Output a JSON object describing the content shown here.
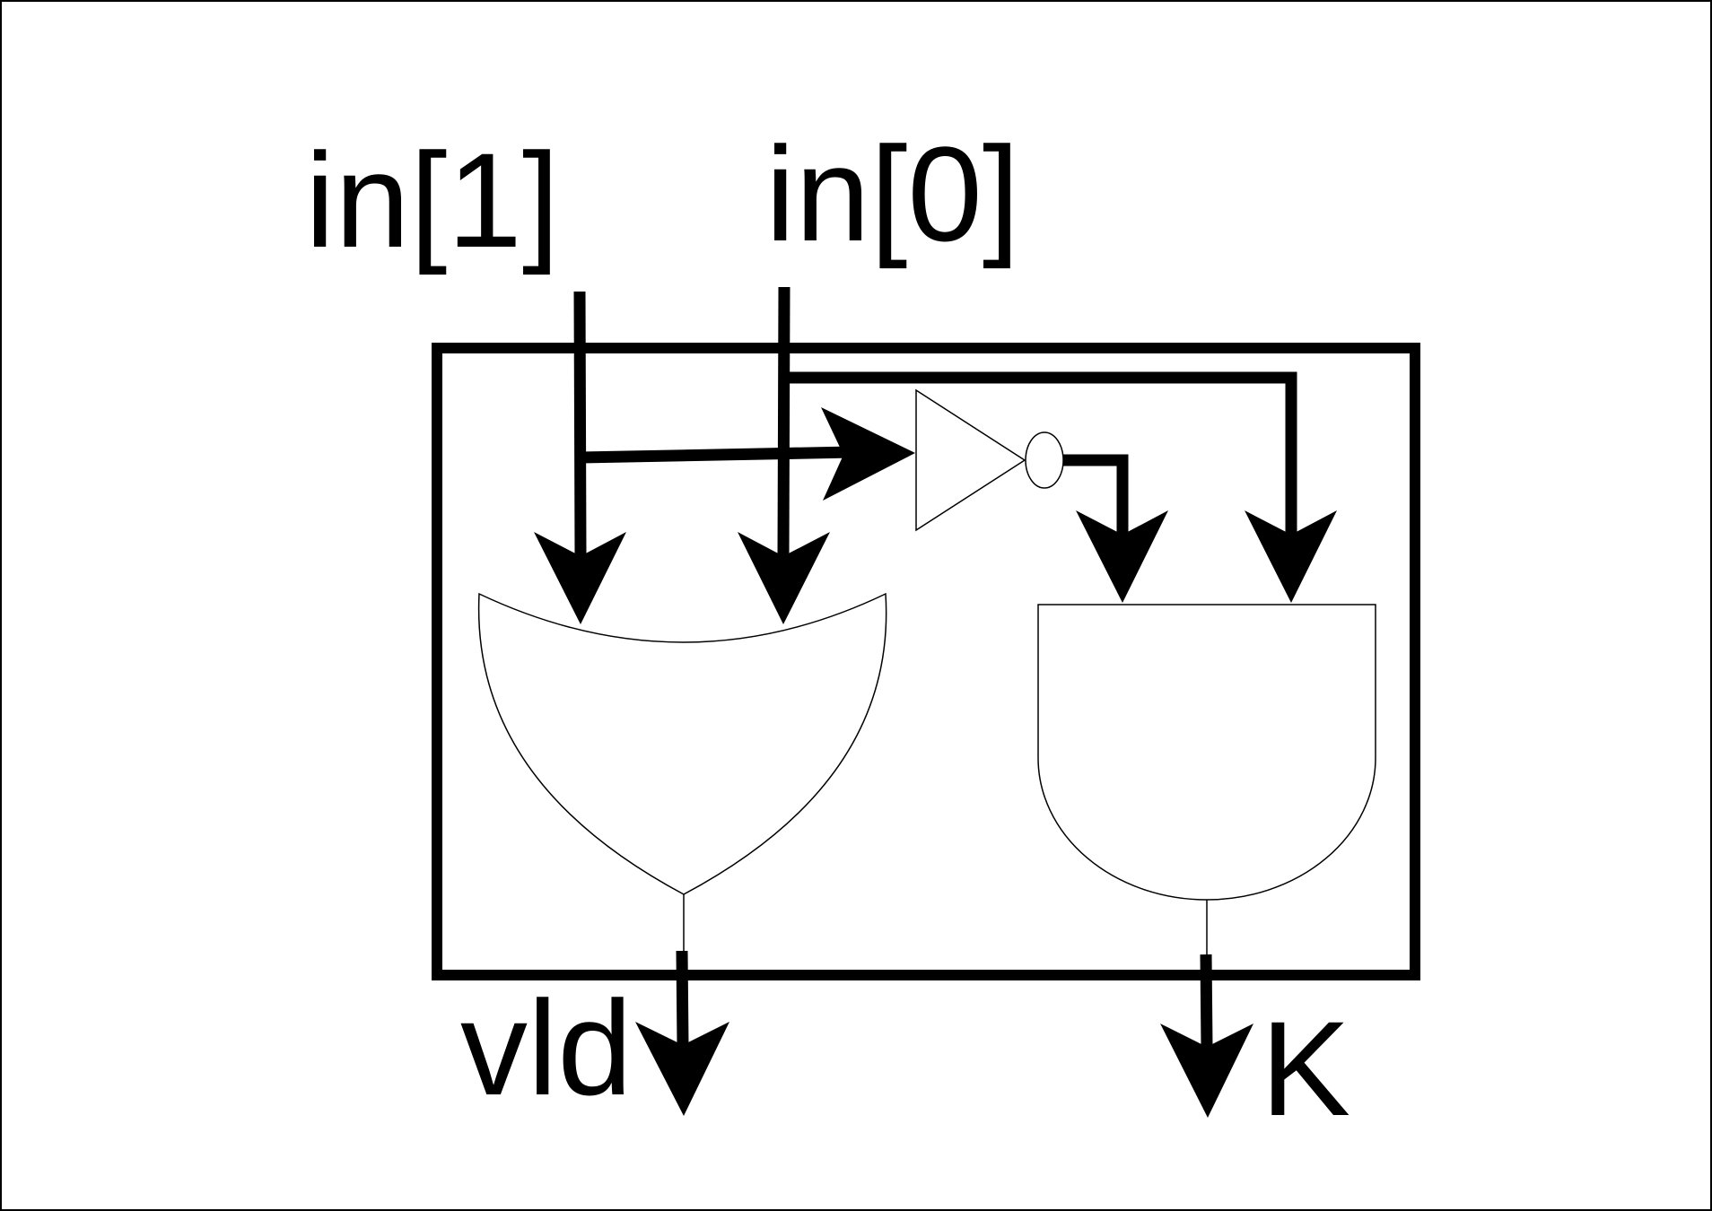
{
  "diagram": {
    "inputs": [
      {
        "id": "in1",
        "label": "in[1]"
      },
      {
        "id": "in0",
        "label": "in[0]"
      }
    ],
    "outputs": [
      {
        "id": "vld",
        "label": "vld"
      },
      {
        "id": "k",
        "label": "K"
      }
    ],
    "gates": [
      {
        "id": "or-gate",
        "type": "OR",
        "inputs": [
          "in[1]",
          "in[0]"
        ],
        "output": "vld"
      },
      {
        "id": "not-gate",
        "type": "NOT",
        "inputs": [
          "in[1]"
        ]
      },
      {
        "id": "and-gate",
        "type": "AND",
        "inputs": [
          "NOT in[1]",
          "in[0]"
        ],
        "output": "K"
      }
    ],
    "colors": {
      "stroke": "#000000",
      "background": "#ffffff"
    }
  }
}
